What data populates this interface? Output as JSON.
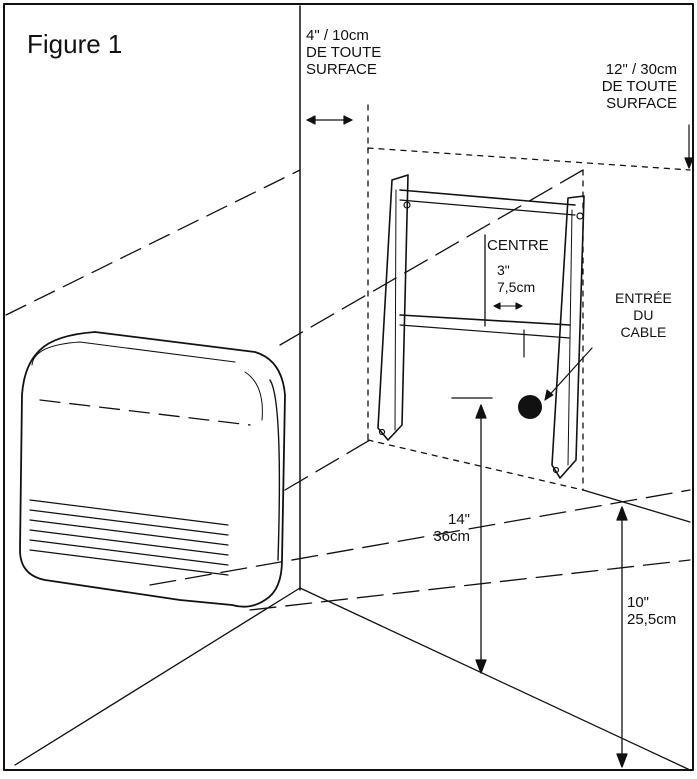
{
  "figure": {
    "title": "Figure 1",
    "clearance_side": {
      "line1": "4\" / 10cm",
      "line2": "DE TOUTE",
      "line3": "SURFACE"
    },
    "clearance_top": {
      "line1": "12\" / 30cm",
      "line2": "DE TOUTE",
      "line3": "SURFACE"
    },
    "centre_label": "CENTRE",
    "offset": {
      "line1": "3\"",
      "line2": "7,5cm"
    },
    "cable_entry": {
      "line1": "ENTRÉE",
      "line2": "DU",
      "line3": "CABLE"
    },
    "height_bracket": {
      "line1": "14\"",
      "line2": "36cm"
    },
    "height_floor": {
      "line1": "10\"",
      "line2": "25,5cm"
    }
  },
  "colors": {
    "line": "#111111",
    "background": "#ffffff"
  }
}
